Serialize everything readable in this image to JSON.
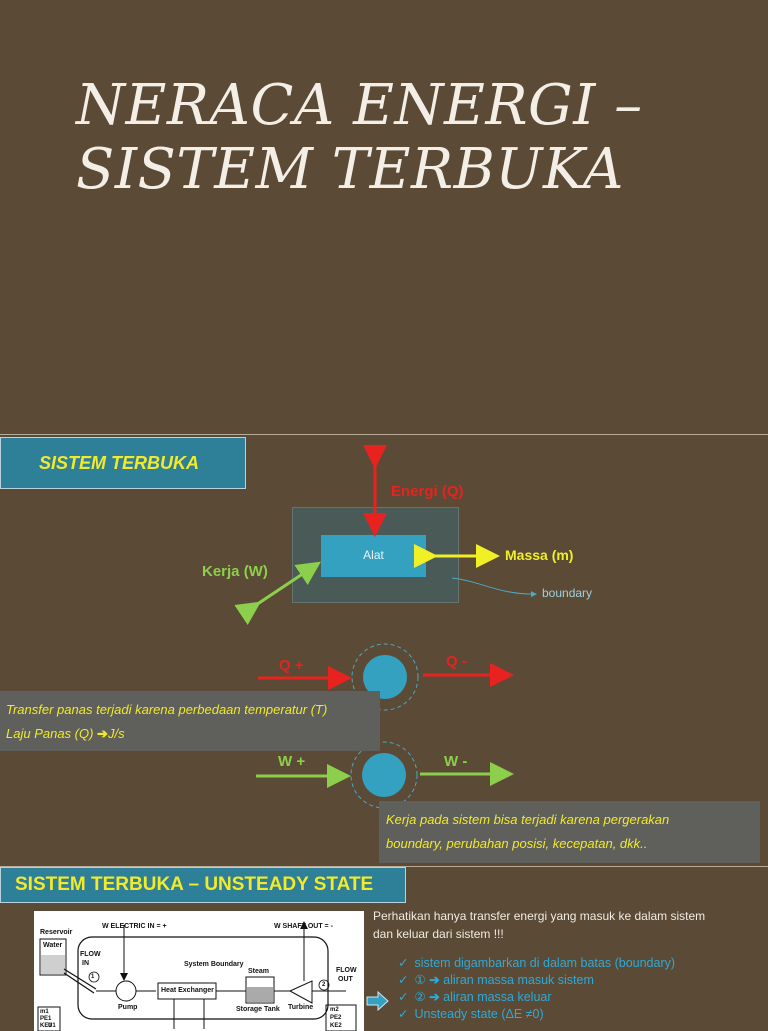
{
  "slide1": {
    "title_line1": "NERACA ENERGI –",
    "title_line2": "SISTEM TERBUKA"
  },
  "slide2": {
    "title": "SISTEM TERBUKA",
    "energi_label": "Energi (Q)",
    "alat_label": "Alat",
    "massa_label": "Massa (m)",
    "kerja_label": "Kerja (W)",
    "boundary_label": "boundary",
    "q_plus": "Q +",
    "q_minus": "Q -",
    "w_plus": "W +",
    "w_minus": "W -",
    "note_heat_line1": "Transfer panas terjadi karena perbedaan temperatur (T)",
    "note_heat_line2_a": "Laju Panas (Q) ",
    "note_heat_line2_b": "J/s",
    "note_work_line1": "Kerja pada sistem bisa terjadi karena pergerakan",
    "note_work_line2": "boundary, perubahan posisi, kecepatan, dkk..",
    "colors": {
      "heat": "#e8221e",
      "work": "#8ccf4c",
      "mass": "#f1f026",
      "box": "#35a1c1"
    }
  },
  "slide3": {
    "title": "SISTEM TERBUKA – UNSTEADY STATE",
    "paragraph_line1": "Perhatikan hanya transfer energi yang masuk ke dalam sistem",
    "paragraph_line2": "dan keluar dari sistem !!!",
    "checks": [
      {
        "text": "sistem digambarkan di dalam batas (boundary)"
      },
      {
        "num": "①",
        "text": " aliran massa masuk sistem"
      },
      {
        "num": "②",
        "text": " aliran massa keluar"
      },
      {
        "text": "Unsteady state  (ΔE  ≠0)"
      }
    ],
    "figure": {
      "reservoir": "Reservoir",
      "water": "Water",
      "flow_in": "FLOW",
      "flow_in2": "IN",
      "w_electric": "W ELECTRIC IN = +",
      "w_shaft": "W SHAFT OUT = -",
      "system_boundary": "System Boundary",
      "steam": "Steam",
      "heat_exchanger": "Heat Exchanger",
      "pump": "Pump",
      "storage_tank": "Storage Tank",
      "turbine": "Turbine",
      "flow_out": "FLOW",
      "flow_out2": "OUT",
      "m1": "m1",
      "pe1": "PE1",
      "ke1": "KE1",
      "u1": "U1",
      "m2": "m2",
      "pe2": "PE2",
      "ke2": "KE2"
    }
  }
}
